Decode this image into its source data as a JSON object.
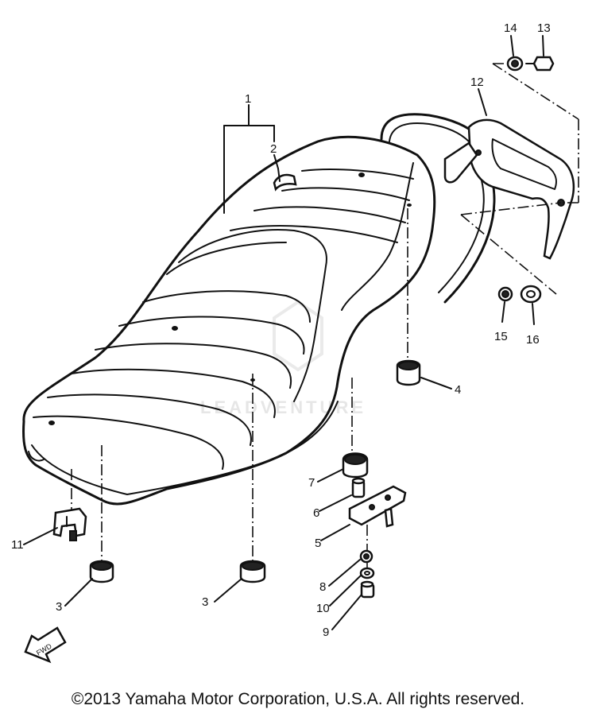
{
  "callouts": {
    "c1": "1",
    "c2": "2",
    "c3a": "3",
    "c3b": "3",
    "c4": "4",
    "c5": "5",
    "c6": "6",
    "c7": "7",
    "c8": "8",
    "c9": "9",
    "c10": "10",
    "c11": "11",
    "c12": "12",
    "c13": "13",
    "c14": "14",
    "c15": "15",
    "c16": "16"
  },
  "fwd_label": "FWD",
  "watermark": "LEADVENTURE",
  "copyright": "©2013 Yamaha Motor Corporation, U.S.A. All rights reserved."
}
